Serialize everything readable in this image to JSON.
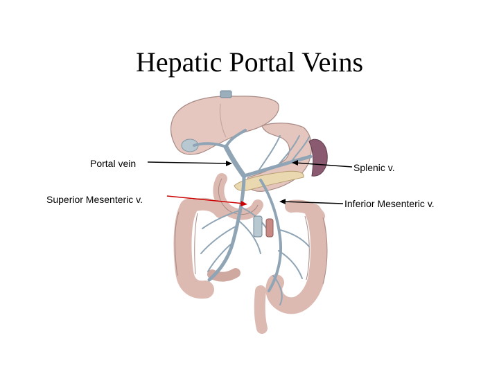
{
  "title": "Hepatic Portal Veins",
  "labels": {
    "portal_vein": "Portal vein",
    "superior_mesenteric": "Superior Mesenteric v.",
    "splenic": "Splenic v.",
    "inferior_mesenteric": "Inferior Mesenteric v."
  },
  "colors": {
    "organ_fill": "#e2c2ba",
    "organ_stroke": "#a88a84",
    "vein": "#8fa4b4",
    "vein_dark": "#6f8698",
    "leader_black": "#000000",
    "leader_red": "#cc0000"
  }
}
